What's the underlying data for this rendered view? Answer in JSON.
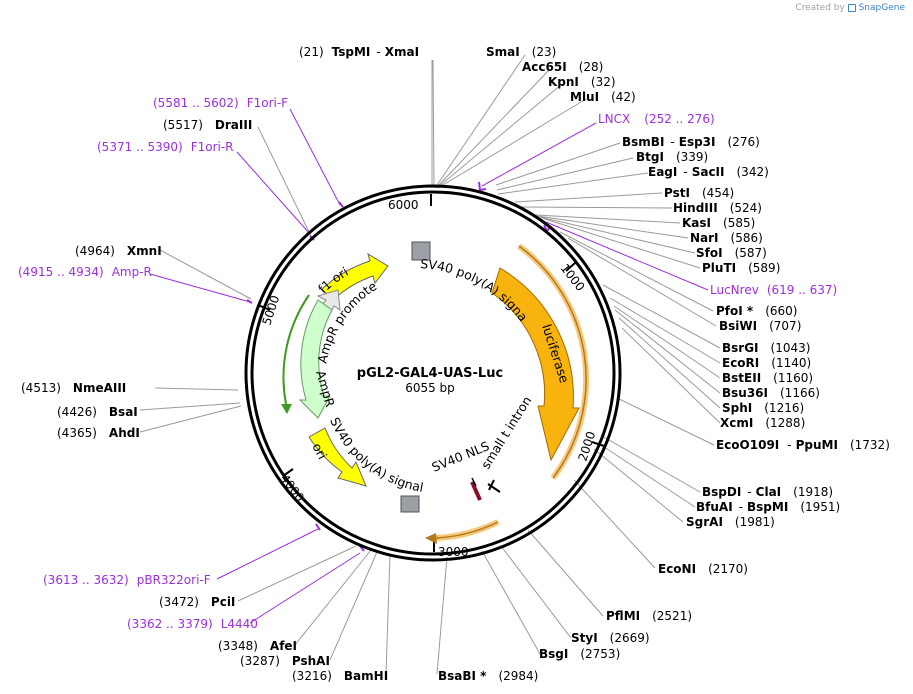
{
  "credit": {
    "prefix": "Created by",
    "brand": "SnapGene"
  },
  "plasmid": {
    "name": "pGL2-GAL4-UAS-Luc",
    "size": "6055 bp"
  },
  "ticks": [
    "1000",
    "2000",
    "3000",
    "4000",
    "5000",
    "6000"
  ],
  "features": {
    "f1ori": "f1 ori",
    "ampr_promoter": "AmpR promoter",
    "ampr": "AmpR",
    "ori": "ori",
    "sv40_polya_left": "SV40 poly(A) signal",
    "sv40_polya_top": "SV40 poly(A) signal",
    "luciferase": "luciferase",
    "small_t": "small t intron",
    "sv40_nls": "SV40 NLS"
  },
  "sites": [
    {
      "id": "tspmi",
      "pos": "(21)",
      "name": "TspMI",
      "name2": "XmaI"
    },
    {
      "id": "smai",
      "name": "SmaI",
      "pos": "(23)"
    },
    {
      "id": "acc65i",
      "name": "Acc65I",
      "pos": "(28)"
    },
    {
      "id": "kpni",
      "name": "KpnI",
      "pos": "(32)"
    },
    {
      "id": "mlui",
      "name": "MluI",
      "pos": "(42)"
    },
    {
      "id": "lncx",
      "primer": "LNCX",
      "pos": "(252 .. 276)"
    },
    {
      "id": "bsmbi",
      "name": "BsmBI",
      "name2": "Esp3I",
      "pos": "(276)"
    },
    {
      "id": "btgi",
      "name": "BtgI",
      "pos": "(339)"
    },
    {
      "id": "eagi",
      "name": "EagI",
      "name2": "SacII",
      "pos": "(342)"
    },
    {
      "id": "psti",
      "name": "PstI",
      "pos": "(454)"
    },
    {
      "id": "hindiii",
      "name": "HindIII",
      "pos": "(524)"
    },
    {
      "id": "kasi",
      "name": "KasI",
      "pos": "(585)"
    },
    {
      "id": "nari",
      "name": "NarI",
      "pos": "(586)"
    },
    {
      "id": "sfoi",
      "name": "SfoI",
      "pos": "(587)"
    },
    {
      "id": "pluti",
      "name": "PluTI",
      "pos": "(589)"
    },
    {
      "id": "lucnrev",
      "primer": "LucNrev",
      "pos": "(619 .. 637)"
    },
    {
      "id": "pfoi",
      "name": "PfoI *",
      "pos": "(660)"
    },
    {
      "id": "bsiwi",
      "name": "BsiWI",
      "pos": "(707)"
    },
    {
      "id": "bsrgi",
      "name": "BsrGI",
      "pos": "(1043)"
    },
    {
      "id": "ecori",
      "name": "EcoRI",
      "pos": "(1140)"
    },
    {
      "id": "bsteii",
      "name": "BstEII",
      "pos": "(1160)"
    },
    {
      "id": "bsu36i",
      "name": "Bsu36I",
      "pos": "(1166)"
    },
    {
      "id": "sphi",
      "name": "SphI",
      "pos": "(1216)"
    },
    {
      "id": "xcmi",
      "name": "XcmI",
      "pos": "(1288)"
    },
    {
      "id": "ecoo109i",
      "name": "EcoO109I",
      "name2": "PpuMI",
      "pos": "(1732)"
    },
    {
      "id": "bspdi",
      "name": "BspDI",
      "name2": "ClaI",
      "pos": "(1918)"
    },
    {
      "id": "bfuai",
      "name": "BfuAI",
      "name2": "BspMI",
      "pos": "(1951)"
    },
    {
      "id": "sgrai",
      "name": "SgrAI",
      "pos": "(1981)"
    },
    {
      "id": "econi",
      "name": "EcoNI",
      "pos": "(2170)"
    },
    {
      "id": "pflmi",
      "name": "PflMI",
      "pos": "(2521)"
    },
    {
      "id": "styi",
      "name": "StyI",
      "pos": "(2669)"
    },
    {
      "id": "bsgi",
      "name": "BsgI",
      "pos": "(2753)"
    },
    {
      "id": "bsabi",
      "name": "BsaBI *",
      "pos": "(2984)"
    },
    {
      "id": "bamhi",
      "pos": "(3216)",
      "name": "BamHI"
    },
    {
      "id": "pshai",
      "pos": "(3287)",
      "name": "PshAI"
    },
    {
      "id": "afei",
      "pos": "(3348)",
      "name": "AfeI"
    },
    {
      "id": "l4440",
      "pos": "(3362 .. 3379)",
      "primer": "L4440"
    },
    {
      "id": "pcii",
      "pos": "(3472)",
      "name": "PciI"
    },
    {
      "id": "pbr322ori",
      "pos": "(3613 .. 3632)",
      "primer": "pBR322ori-F"
    },
    {
      "id": "ahdi",
      "pos": "(4365)",
      "name": "AhdI"
    },
    {
      "id": "bsai",
      "pos": "(4426)",
      "name": "BsaI"
    },
    {
      "id": "nmeaiii",
      "pos": "(4513)",
      "name": "NmeAIII"
    },
    {
      "id": "ampr_primer",
      "pos": "(4915 .. 4934)",
      "primer": "Amp-R"
    },
    {
      "id": "xmni",
      "pos": "(4964)",
      "name": "XmnI"
    },
    {
      "id": "f1ori_r",
      "pos": "(5371 .. 5390)",
      "primer": "F1ori-R"
    },
    {
      "id": "draiii",
      "pos": "(5517)",
      "name": "DraIII"
    },
    {
      "id": "f1ori_f",
      "pos": "(5581 .. 5602)",
      "primer": "F1ori-F"
    }
  ],
  "colors": {
    "primer": "#9b30d9",
    "line": "#9a9a9a",
    "yellow": "#ffff00",
    "orange": "#f9b30f",
    "green": "#3c9a1e",
    "light_green": "#cfffcc",
    "gray_box": "#9aa0a6"
  }
}
